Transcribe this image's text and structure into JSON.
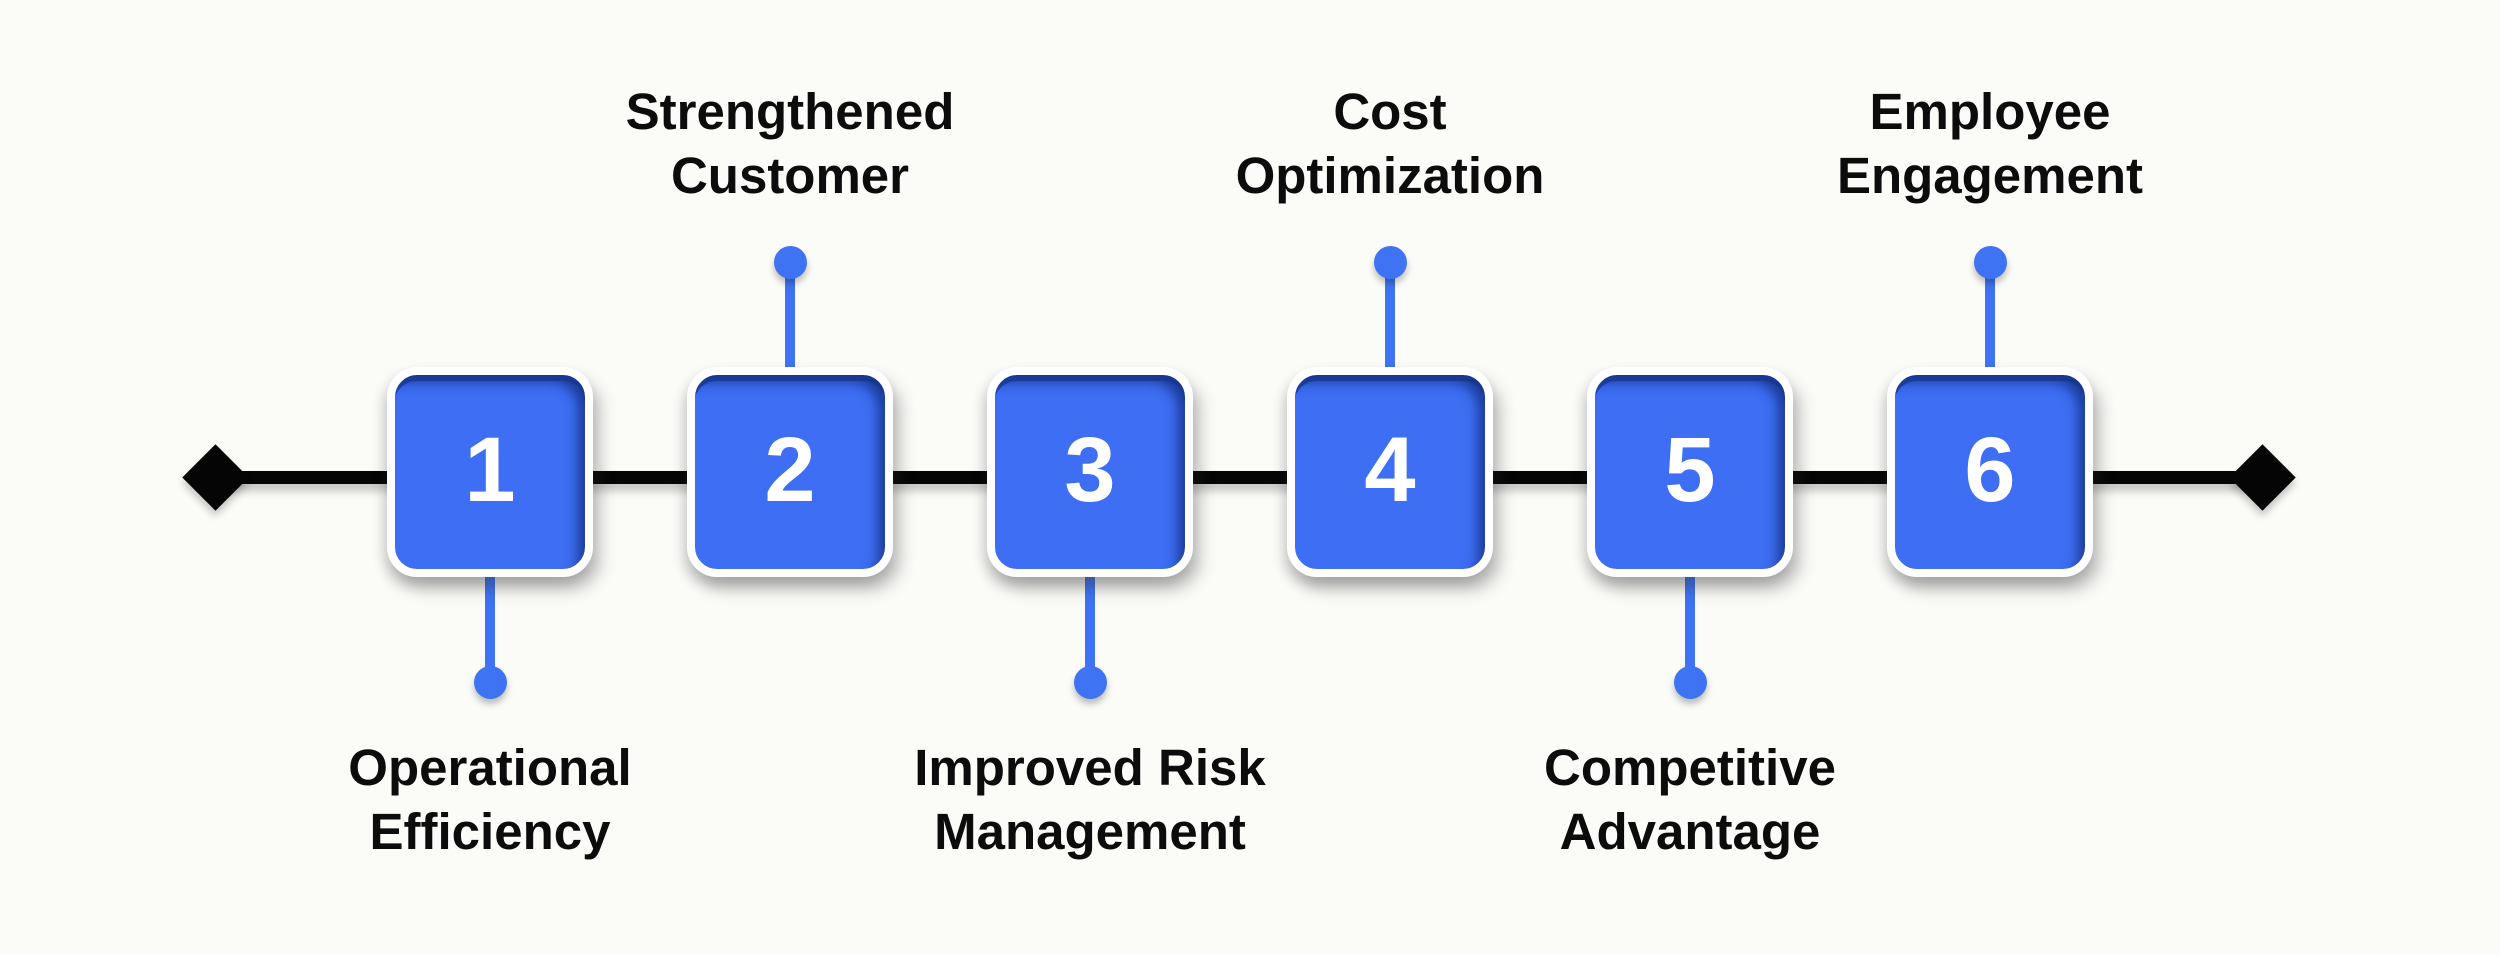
{
  "diagram": {
    "type": "horizontal-timeline",
    "background_color": "#FBFBF8",
    "accent_color": "#3D6EF3",
    "connector_color": "#3E74F3",
    "corner_shadow_color": "#18348C",
    "line_color": "#050505",
    "label_color": "#0C0C0C",
    "number_color": "#FFFFFF"
  },
  "steps": [
    {
      "number": "1",
      "label_line1": "Operational",
      "label_line2": "Efficiency",
      "position": "below"
    },
    {
      "number": "2",
      "label_line1": "Strengthened",
      "label_line2": "Customer",
      "position": "above"
    },
    {
      "number": "3",
      "label_line1": "Improved Risk",
      "label_line2": "Management",
      "position": "below"
    },
    {
      "number": "4",
      "label_line1": "Cost",
      "label_line2": "Optimization",
      "position": "above"
    },
    {
      "number": "5",
      "label_line1": "Competitive",
      "label_line2": "Advantage",
      "position": "below"
    },
    {
      "number": "6",
      "label_line1": "Employee",
      "label_line2": "Engagement",
      "position": "above"
    }
  ]
}
